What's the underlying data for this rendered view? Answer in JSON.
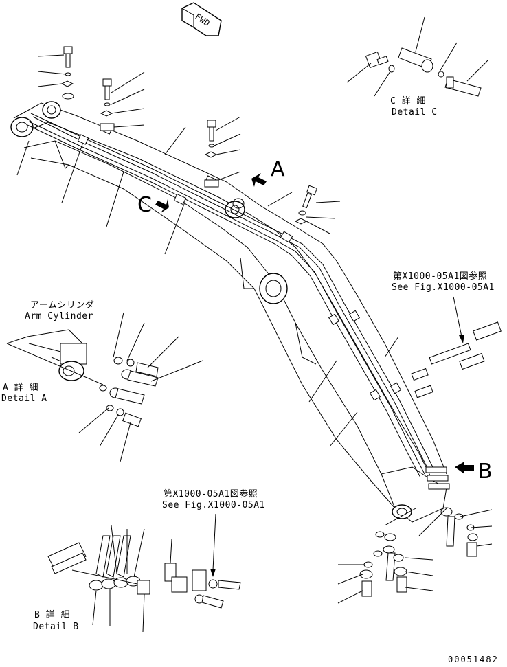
{
  "fwd_label": "FWD",
  "callouts": {
    "a": "A",
    "b": "B",
    "c": "C"
  },
  "detail_c": {
    "jp": "C 詳 細",
    "en": "Detail C"
  },
  "detail_a": {
    "jp": "A 詳 細",
    "en": "Detail A"
  },
  "detail_b": {
    "jp": "B 詳 細",
    "en": "Detail B"
  },
  "arm_cylinder": {
    "jp": "アームシリンダ",
    "en": "Arm Cylinder"
  },
  "ref_right": {
    "jp": "第X1000-05A1図参照",
    "en": "See Fig.X1000-05A1"
  },
  "ref_bottom": {
    "jp": "第X1000-05A1図参照",
    "en": "See Fig.X1000-05A1"
  },
  "drawing_number": "00051482"
}
